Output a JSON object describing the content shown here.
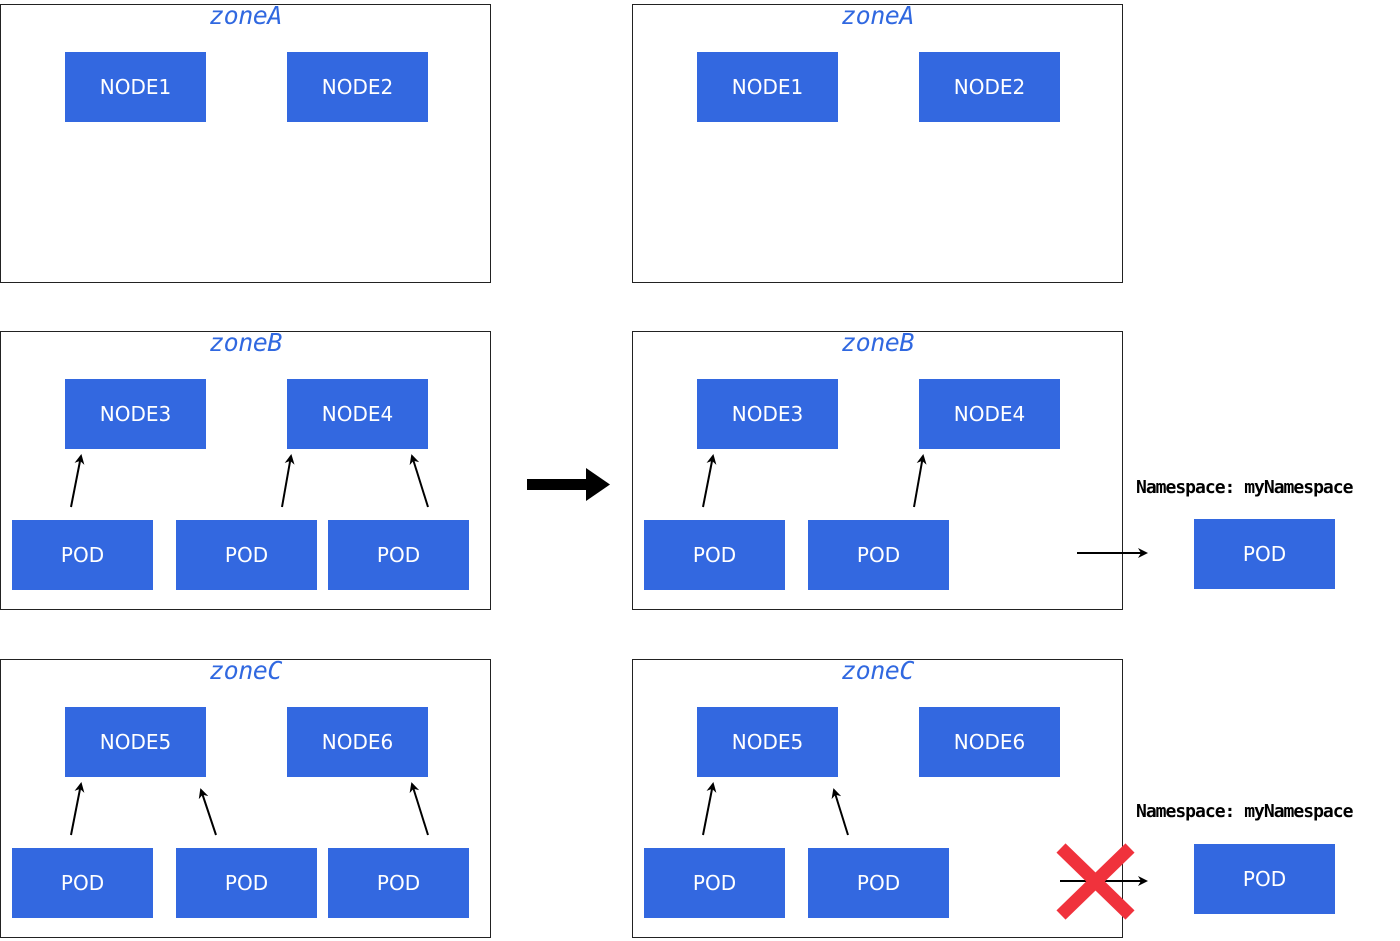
{
  "left": {
    "zoneA": {
      "title": "zoneA",
      "nodes": [
        "NODE1",
        "NODE2"
      ]
    },
    "zoneB": {
      "title": "zoneB",
      "nodes": [
        "NODE3",
        "NODE4"
      ],
      "pods": [
        "POD",
        "POD",
        "POD"
      ]
    },
    "zoneC": {
      "title": "zoneC",
      "nodes": [
        "NODE5",
        "NODE6"
      ],
      "pods": [
        "POD",
        "POD",
        "POD"
      ]
    }
  },
  "right": {
    "zoneA": {
      "title": "zoneA",
      "nodes": [
        "NODE1",
        "NODE2"
      ]
    },
    "zoneB": {
      "title": "zoneB",
      "nodes": [
        "NODE3",
        "NODE4"
      ],
      "pods": [
        "POD",
        "POD"
      ]
    },
    "zoneC": {
      "title": "zoneC",
      "nodes": [
        "NODE5",
        "NODE6"
      ],
      "pods": [
        "POD",
        "POD"
      ]
    }
  },
  "external": {
    "top": {
      "namespace_label": "Namespace: myNamespace",
      "pod": "POD"
    },
    "bottom": {
      "namespace_label": "Namespace: myNamespace",
      "pod": "POD"
    }
  },
  "colors": {
    "box": "#3368e0",
    "zone_title": "#3068e0",
    "cross": "#f0323c"
  },
  "icons": {
    "cross": "red-x-icon",
    "transition": "thick-right-arrow-icon"
  }
}
